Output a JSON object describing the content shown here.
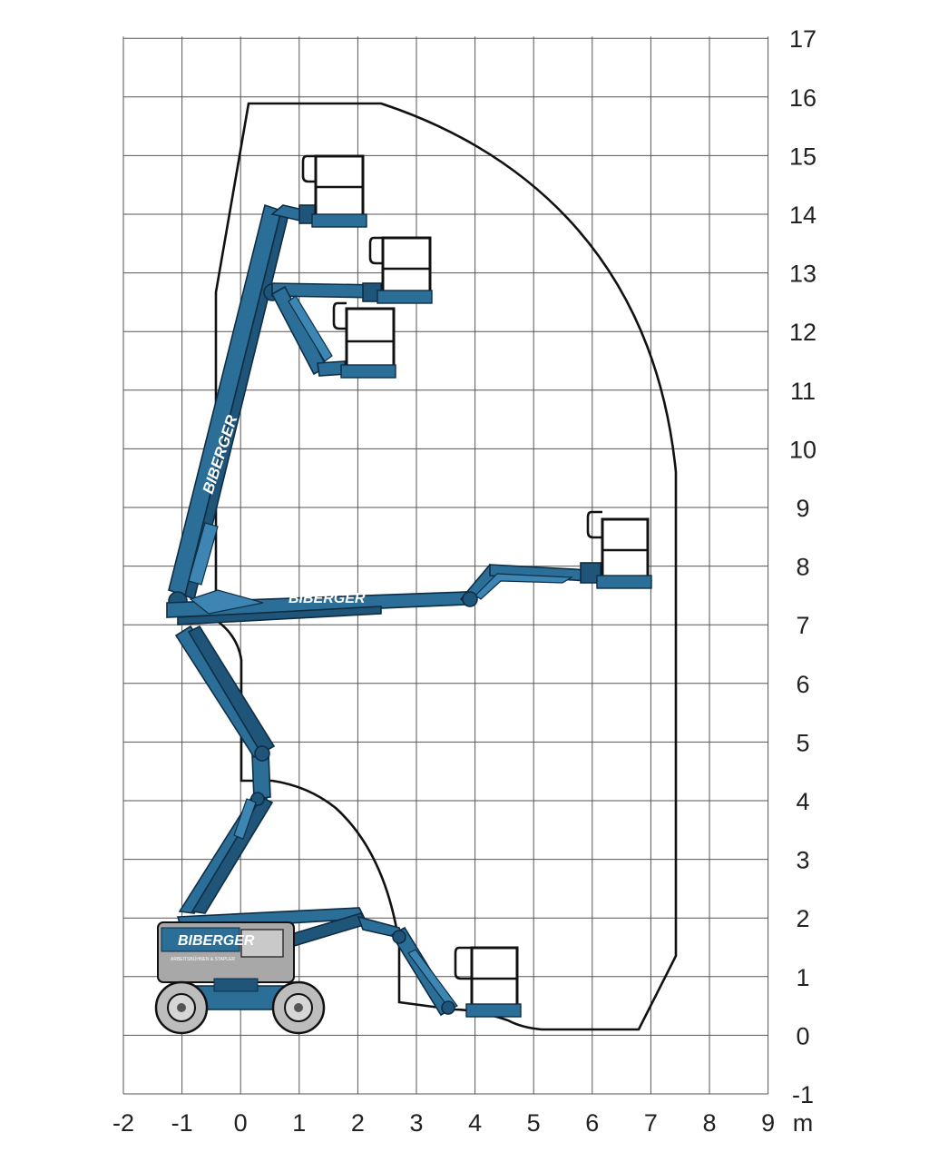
{
  "x_axis": {
    "ticks": [
      "-2",
      "-1",
      "0",
      "1",
      "2",
      "3",
      "4",
      "5",
      "6",
      "7",
      "8",
      "9"
    ],
    "unit": "m",
    "min": -2,
    "max": 9
  },
  "y_axis": {
    "ticks": [
      "-1",
      "0",
      "1",
      "2",
      "3",
      "4",
      "5",
      "6",
      "7",
      "8",
      "9",
      "10",
      "11",
      "12",
      "13",
      "14",
      "15",
      "16",
      "17"
    ],
    "min": -1,
    "max": 17
  },
  "machine": {
    "brand": "BIBERGER",
    "brand_subtitle": "ARBEITSBÜHNEN & STAPLER"
  },
  "colors": {
    "boom": "#2b6f98",
    "chassis": "#a8a8a8",
    "grid": "#555555",
    "envelope": "#111111"
  }
}
